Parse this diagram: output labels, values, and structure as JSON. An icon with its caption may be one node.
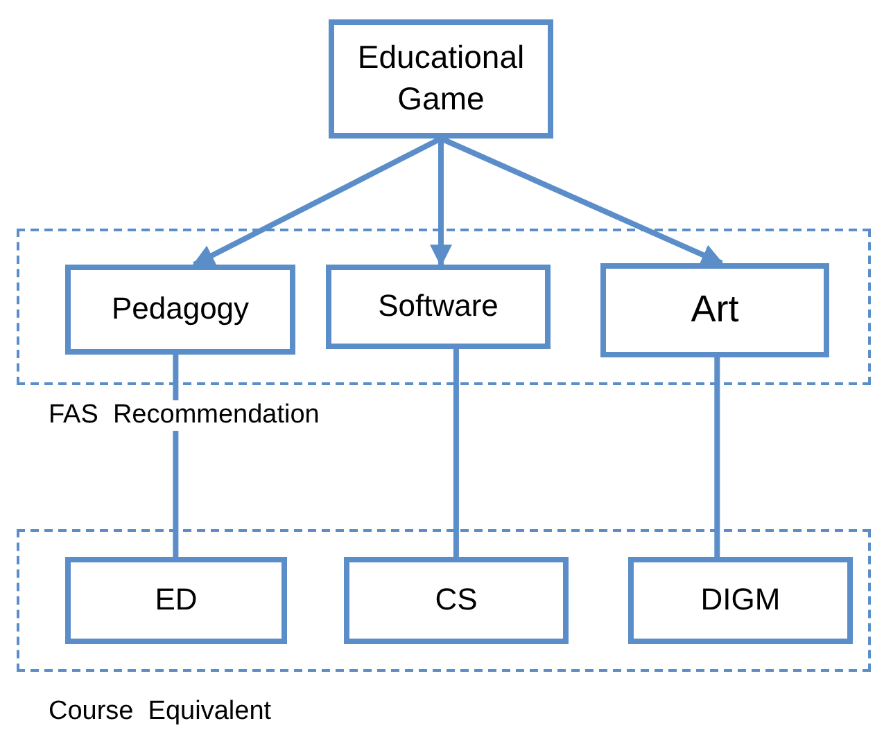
{
  "diagram": {
    "nodes": [
      {
        "text": [
          "Educational Game"
        ]
      },
      {
        "text": [
          "FAS  Recommendation"
        ]
      },
      {
        "text": [
          "Pedagogy"
        ],
        "in": 1
      },
      {
        "text": [
          "Software"
        ],
        "in": 1
      },
      {
        "text": [
          "Art"
        ],
        "in": 1
      },
      {
        "text": [
          "Course  Equivalent"
        ]
      },
      {
        "text": [
          "ED"
        ],
        "in": 5
      },
      {
        "text": [
          "CS"
        ],
        "in": 5
      },
      {
        "text": [
          "DIGM"
        ],
        "in": 5
      }
    ],
    "edges": [
      {
        "from": 0,
        "to": 2,
        "arrow": "to"
      },
      {
        "from": 0,
        "to": 3,
        "arrow": "to"
      },
      {
        "from": 0,
        "to": 4,
        "arrow": "to"
      },
      {
        "from": 2,
        "to": 6,
        "arrow": "none"
      },
      {
        "from": 3,
        "to": 7,
        "arrow": "none"
      },
      {
        "from": 4,
        "to": 8,
        "arrow": "none"
      }
    ]
  }
}
